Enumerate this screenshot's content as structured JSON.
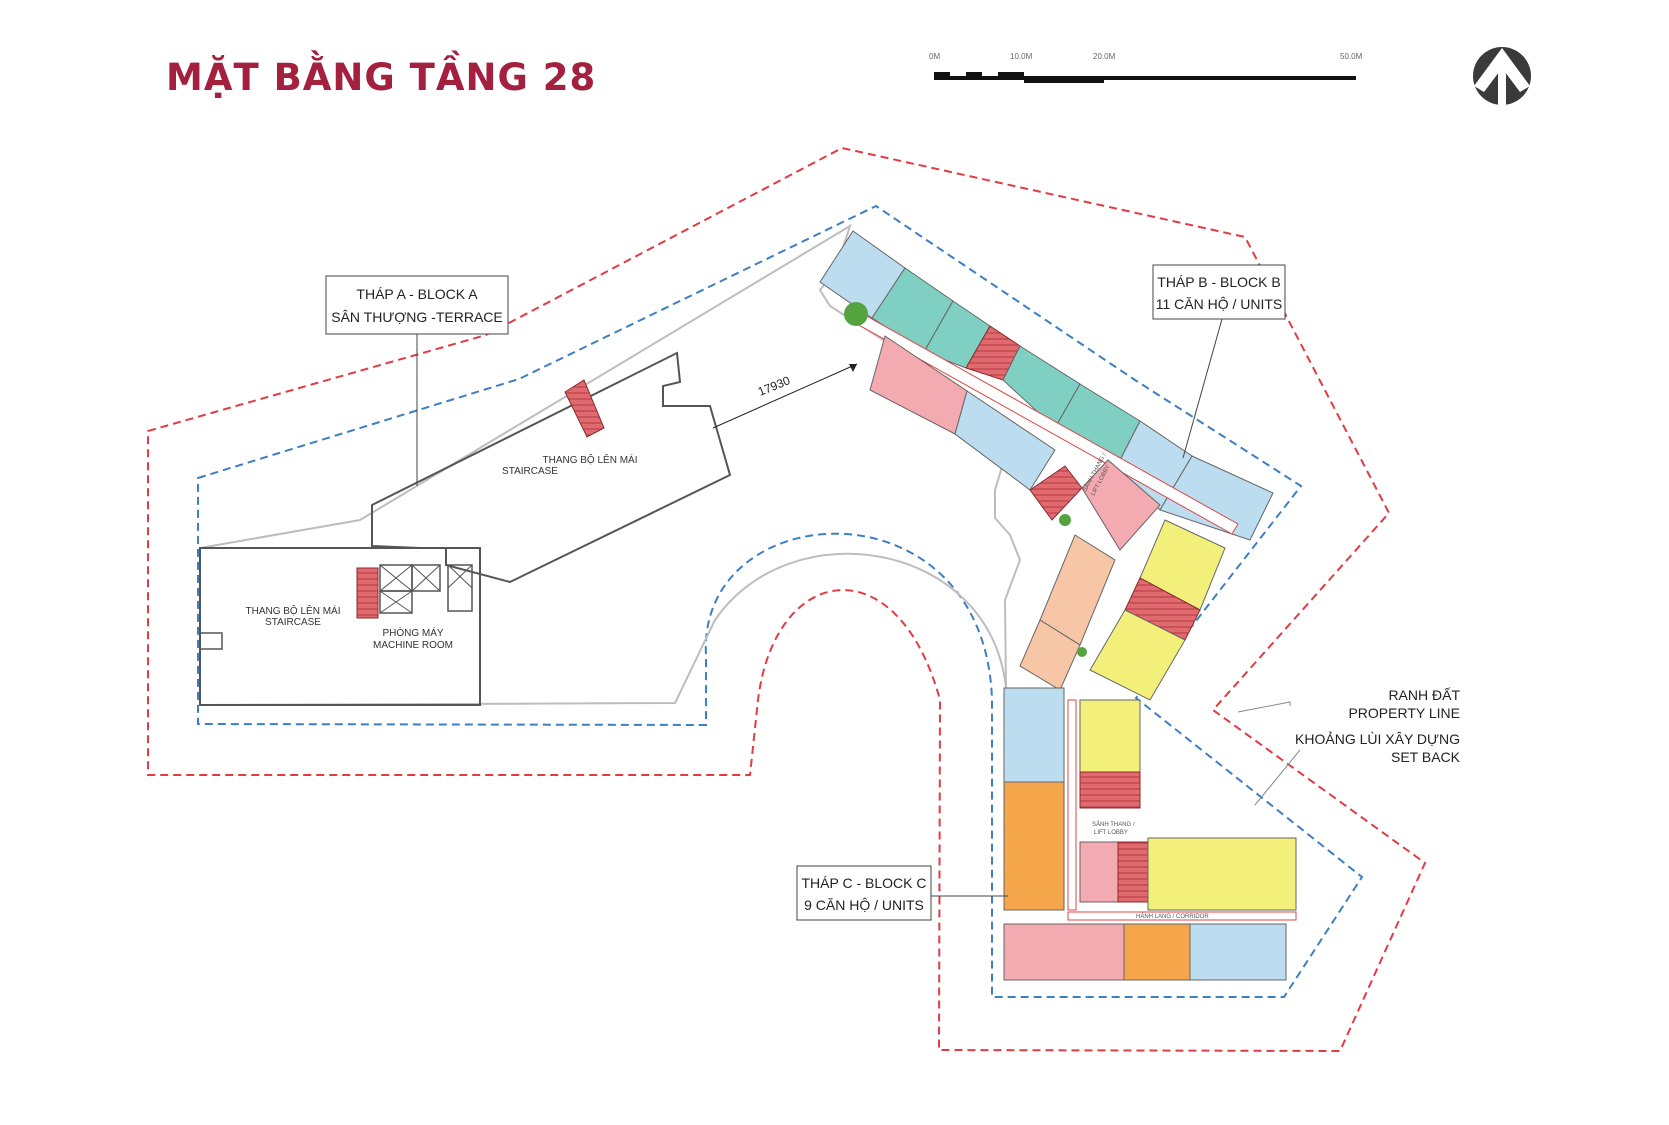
{
  "title": "MẶT BẰNG TẦNG 28",
  "colors": {
    "title": "#a3203f",
    "property_line": "#e23b43",
    "setback": "#3d7fc2",
    "unit_blue": "#bcdcef",
    "unit_teal": "#7fcfc3",
    "unit_pink": "#f3aab0",
    "unit_salmon": "#f6c6a6",
    "unit_orange": "#f5a64a",
    "unit_yellow": "#f2f07b",
    "core_red": "#e06a6e",
    "greenery": "#55a33f"
  },
  "scale_bar": {
    "ticks": [
      "0M",
      "10.0M",
      "20.0M",
      "50.0M"
    ]
  },
  "north_arrow": {
    "icon": "north-arrow-icon"
  },
  "callouts": {
    "block_a": {
      "line1": "THÁP A - BLOCK A",
      "line2": "SÂN THƯỢNG -TERRACE"
    },
    "block_b": {
      "line1": "THÁP B - BLOCK B",
      "line2": "11 CĂN HỘ / UNITS"
    },
    "block_c": {
      "line1": "THÁP C - BLOCK C",
      "line2": "9 CĂN HỘ / UNITS"
    }
  },
  "labels": {
    "stair_upper_1": "THANG BỘ LÊN MÁI",
    "stair_upper_2": "STAIRCASE",
    "stair_lower_1": "THANG BỘ LÊN MÁI",
    "stair_lower_2": "STAIRCASE",
    "machine_1": "PHÒNG MÁY",
    "machine_2": "MACHINE ROOM",
    "dimension": "17930",
    "property_1": "RANH ĐẤT",
    "property_2": "PROPERTY LINE",
    "setback_1": "KHOẢNG LÙI XÂY DỰNG",
    "setback_2": "SET BACK",
    "lobby_b_1": "SẢNH THANG /",
    "lobby_b_2": "LIFT LOBBY",
    "lobby_c_1": "SẢNH THANG /",
    "lobby_c_2": "LIFT LOBBY",
    "corridor_c": "HÀNH LANG / CORRIDOR"
  }
}
